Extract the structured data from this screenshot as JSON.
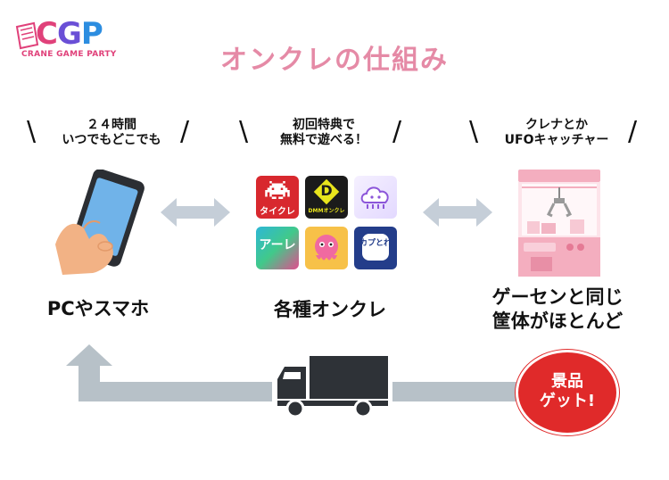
{
  "logo": {
    "text": "CGP",
    "subtitle": "CRANE GAME PARTY"
  },
  "title": "オンクレの仕組み",
  "columns": [
    {
      "caption_line1": "２４時間",
      "caption_line2": "いつでもどこでも",
      "label_line1": "PCやスマホ",
      "label_line2": ""
    },
    {
      "caption_line1": "初回特典で",
      "caption_line2": "無料で遊べる！",
      "label_line1": "各種オンクレ",
      "label_line2": ""
    },
    {
      "caption_line1": "クレナとか",
      "caption_line2": "UFOキャッチャー",
      "label_line1": "ゲーセンと同じ",
      "label_line2": "筐体がほとんど"
    }
  ],
  "apps": [
    {
      "name": "taikure",
      "text": "タイクレ",
      "color": "#d8282e"
    },
    {
      "name": "dmm-onkure",
      "text": "DMMオンクレ",
      "color": "#1b1b1b"
    },
    {
      "name": "cloud",
      "text": "",
      "color": "#8c56d9"
    },
    {
      "name": "arekure",
      "text": "アーレ",
      "color": "#23a8c8"
    },
    {
      "name": "toreba",
      "text": "",
      "color": "#f4a72a"
    },
    {
      "name": "kapudore",
      "text": "カプとれ",
      "color": "#233d8a"
    }
  ],
  "badge": {
    "line1": "景品",
    "line2": "ゲット!"
  },
  "colors": {
    "title": "#e58aa6",
    "badge": "#e02a2a",
    "arrow": "#c5ced8",
    "flow": "#b7c1c8",
    "truck": "#2e3237"
  }
}
